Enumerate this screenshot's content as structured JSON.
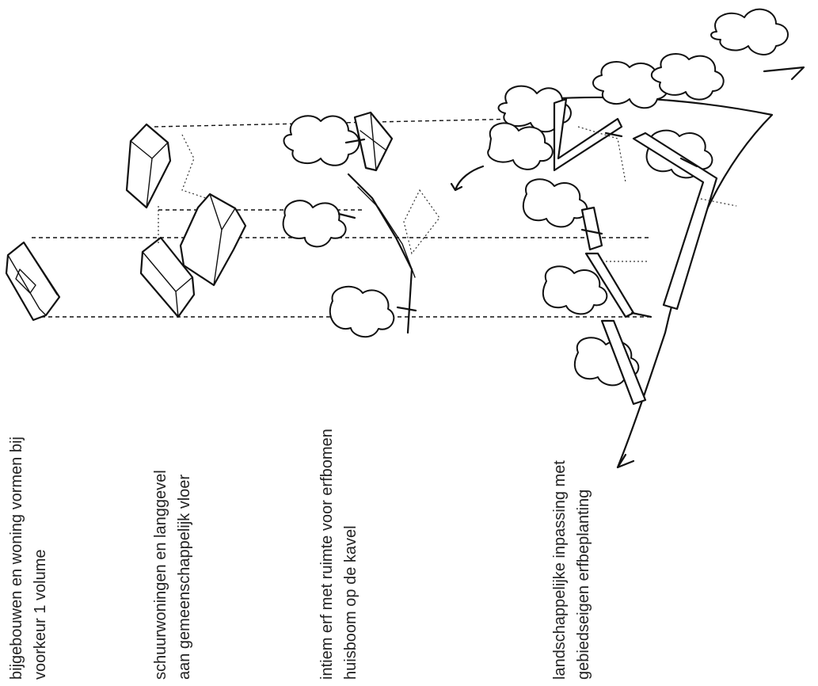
{
  "captions": [
    {
      "line1": "bijgebouwen en woning vormen bij",
      "line2": "voorkeur 1 volume"
    },
    {
      "line1": "schuurwoningen en langgevel",
      "line2": "aan gemeenschappelijk vloer"
    },
    {
      "line1": "intiem erf met ruimte voor erfbomen",
      "line2": "huisboom op de kavel"
    },
    {
      "line1": "landschappelijke inpassing met",
      "line2": "gebiedseigen erfbeplanting"
    }
  ]
}
